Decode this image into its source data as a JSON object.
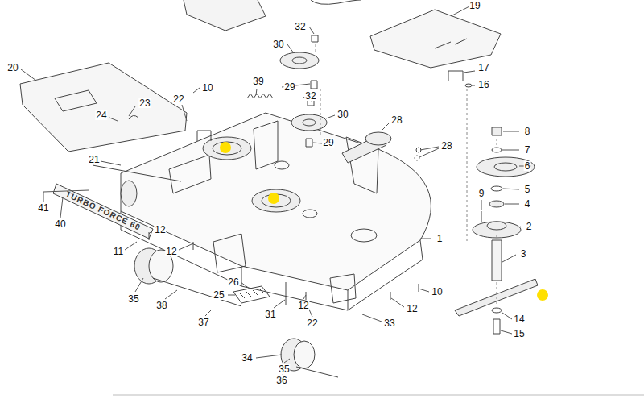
{
  "diagram": {
    "labels": [
      "32",
      "19",
      "30",
      "20",
      "17",
      "10",
      "39",
      "16",
      "29",
      "32",
      "22",
      "23",
      "30",
      "24",
      "28",
      "29",
      "8",
      "28",
      "7",
      "21",
      "6",
      "5",
      "9",
      "4",
      "41",
      "40",
      "2",
      "1",
      "12",
      "11",
      "12",
      "3",
      "26",
      "35",
      "25",
      "38",
      "31",
      "12",
      "10",
      "12",
      "37",
      "22",
      "33",
      "14",
      "15",
      "34",
      "35",
      "36",
      "TURBO FORCE 60"
    ]
  }
}
